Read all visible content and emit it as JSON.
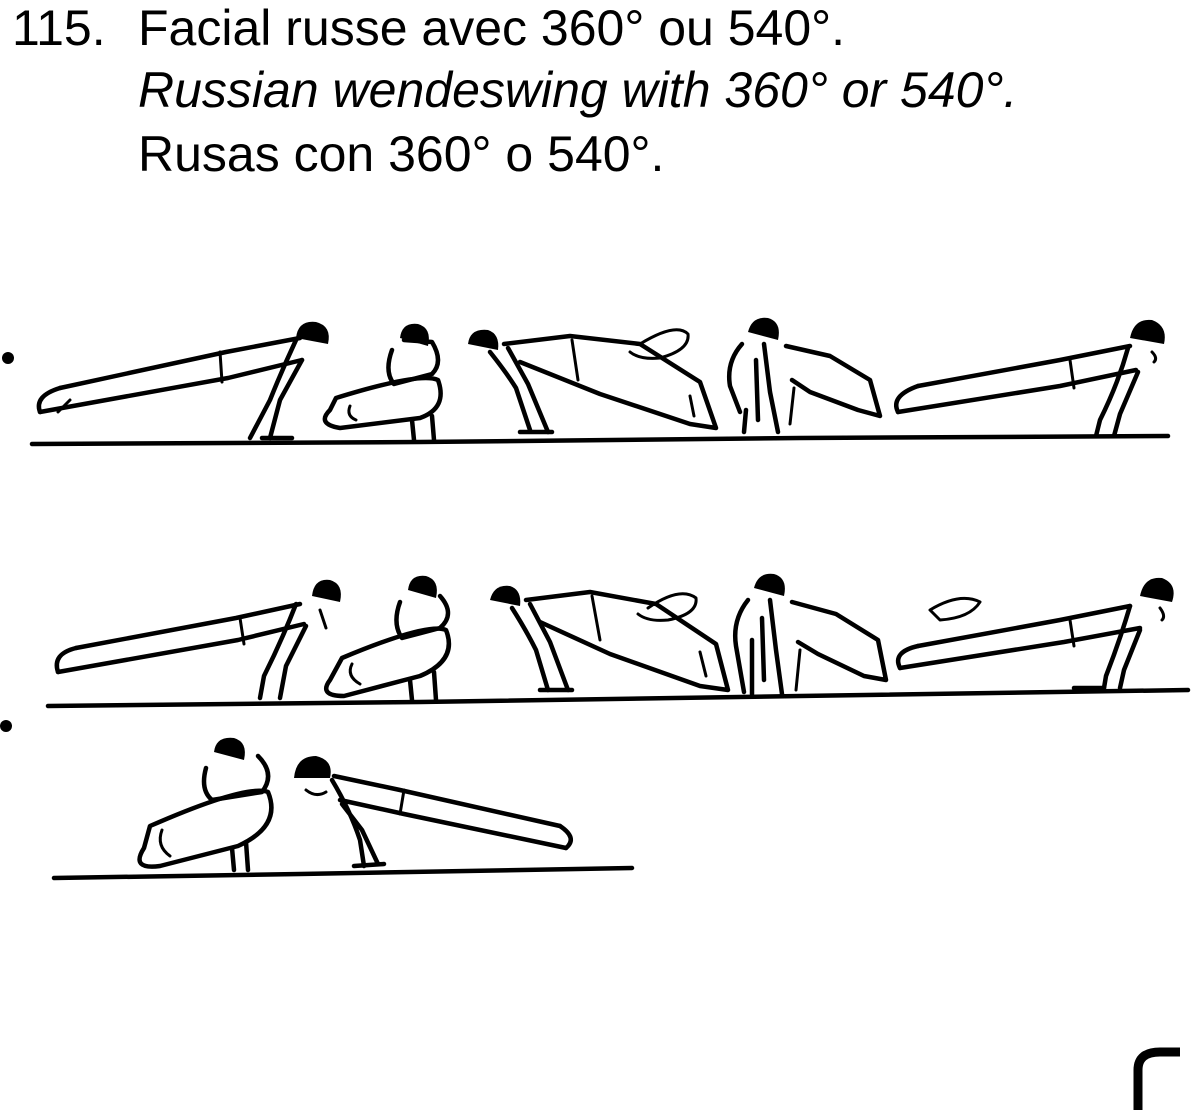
{
  "item": {
    "number": "115.",
    "title_fr": "Facial russe avec 360° ou 540°.",
    "title_en": "Russian wendeswing with 360° or 540°.",
    "title_es": "Rusas con 360° o 540°."
  },
  "figure": {
    "ink_color": "#000000",
    "background_color": "#ffffff"
  }
}
